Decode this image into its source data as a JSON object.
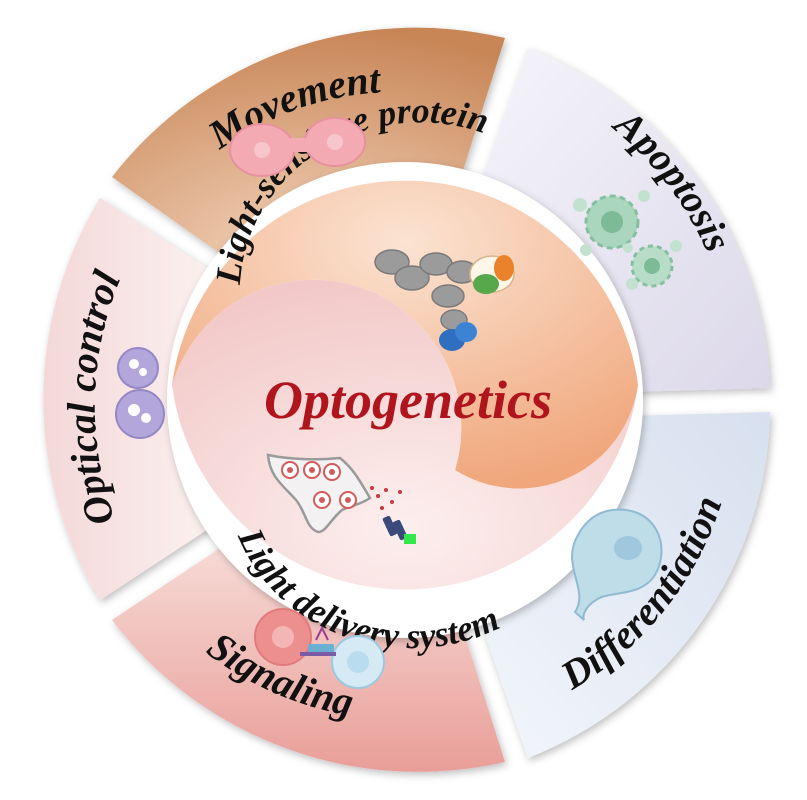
{
  "center": {
    "title": "Optogenetics",
    "title_color": "#b0141c",
    "upper_label": "Light-sensitive protein",
    "lower_label": "Light delivery system"
  },
  "segments": [
    {
      "label": "Movement",
      "color": "#cf9166"
    },
    {
      "label": "Apoptosis",
      "color": "#e6e2f0"
    },
    {
      "label": "Differentiation",
      "color": "#dfe6f2"
    },
    {
      "label": "Signaling",
      "color": "#eeb7b2"
    },
    {
      "label": "Optical control",
      "color": "#f3dede"
    }
  ],
  "colors": {
    "yin_orange": "#f2b58e",
    "yin_pink": "#f6d8d6",
    "cell_pink": "#f3aab3",
    "cell_green": "#9fd0b4",
    "cell_purple": "#b3a6da",
    "cell_blue": "#bfdce9",
    "protein_gray": "#9b9b9b",
    "protein_blue": "#2f6fc0",
    "protein_green": "#57a84a",
    "protein_orange": "#e9822a"
  }
}
